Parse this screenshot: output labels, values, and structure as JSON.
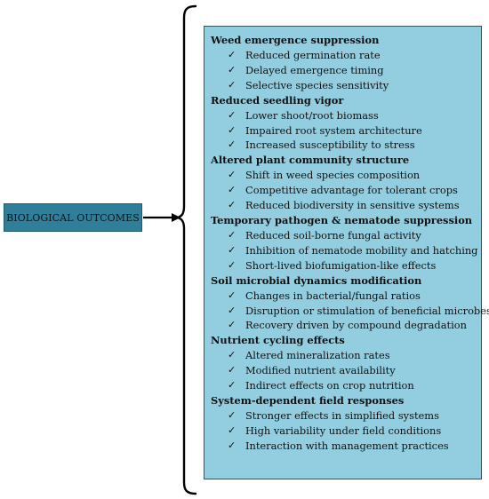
{
  "root_label": "BIOLOGICAL OUTCOMES",
  "icons": {
    "bullet": "check-icon",
    "connector": "arrow-right-icon",
    "grouping": "curly-bracket"
  },
  "colors": {
    "label_fill": "#2f7f9a",
    "panel_fill": "#93cde0",
    "panel_border": "#2d5563",
    "line": "#000000"
  },
  "sections": [
    {
      "title": "Weed emergence suppression",
      "items": [
        "Reduced germination rate",
        "Delayed emergence timing",
        "Selective species sensitivity"
      ]
    },
    {
      "title": "Reduced seedling vigor",
      "items": [
        "Lower shoot/root biomass",
        "Impaired root system architecture",
        "Increased susceptibility to stress"
      ]
    },
    {
      "title": "Altered plant community structure",
      "items": [
        "Shift in weed species composition",
        "Competitive advantage for tolerant crops",
        "Reduced biodiversity in sensitive systems"
      ]
    },
    {
      "title": "Temporary pathogen & nematode suppression",
      "items": [
        "Reduced soil-borne fungal activity",
        "Inhibition of nematode mobility and hatching",
        "Short-lived biofumigation-like effects"
      ]
    },
    {
      "title": "Soil microbial dynamics modification",
      "items": [
        "Changes in bacterial/fungal ratios",
        "Disruption or stimulation of beneficial microbes",
        "Recovery driven by compound degradation"
      ]
    },
    {
      "title": "Nutrient cycling effects",
      "items": [
        "Altered mineralization rates",
        "Modified nutrient availability",
        "Indirect effects on crop nutrition"
      ]
    },
    {
      "title": "System-dependent field responses",
      "items": [
        "Stronger effects in simplified systems",
        "High variability under field conditions",
        "Interaction with management practices"
      ]
    }
  ]
}
